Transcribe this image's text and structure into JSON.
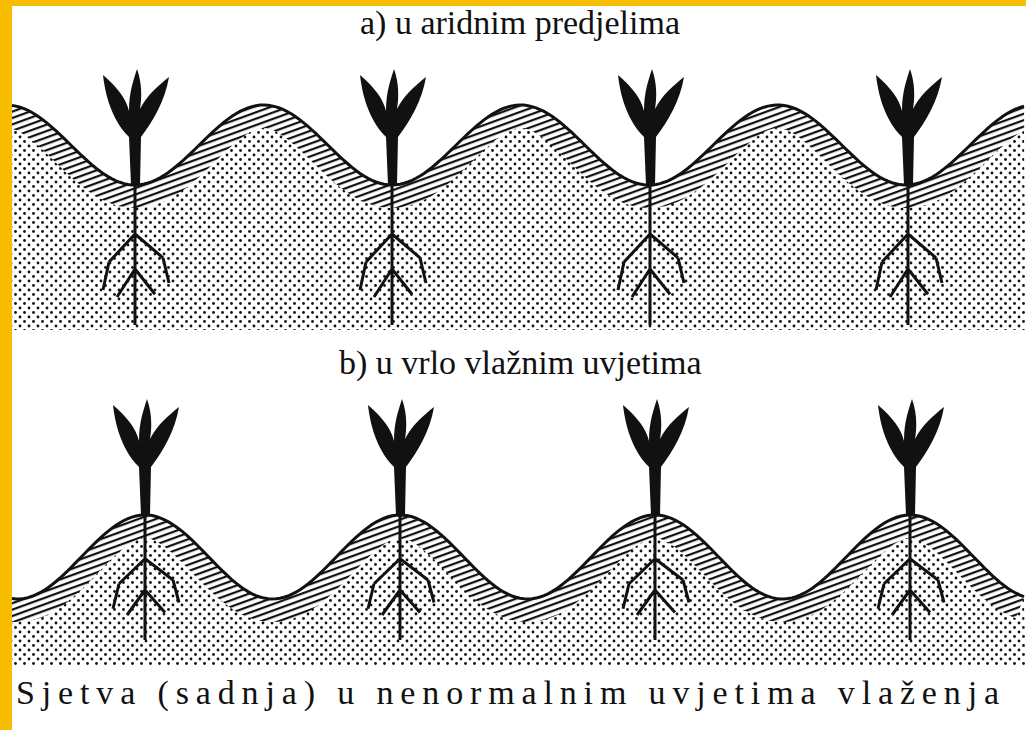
{
  "diagram": {
    "caption": "Sjetva (sadnja) u nenormalnim uvjetima vlaženja",
    "labels": [
      "a) u aridnim predjelima",
      "b) u vrlo vlažnim uvjetima"
    ]
  }
}
